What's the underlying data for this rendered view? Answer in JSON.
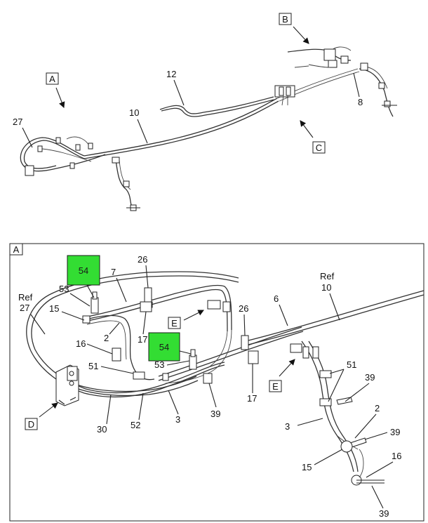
{
  "overview": {
    "view_a_label": "A",
    "view_b_label": "B",
    "view_c_label": "C",
    "callouts": [
      "27",
      "12",
      "10",
      "8"
    ]
  },
  "detail": {
    "frame_label": "A",
    "view_d_label": "D",
    "view_e_labels": [
      "E",
      "E"
    ],
    "ref_labels": [
      {
        "line1": "Ref",
        "line2": "27"
      },
      {
        "line1": "Ref",
        "line2": "10"
      }
    ],
    "callouts": [
      "53",
      "7",
      "26",
      "15",
      "2",
      "17",
      "16",
      "51",
      "26",
      "6",
      "53",
      "17",
      "51",
      "39",
      "30",
      "52",
      "3",
      "39",
      "2",
      "3",
      "39",
      "15",
      "16",
      "39"
    ],
    "highlights": [
      {
        "label": "54",
        "color": "#33dd33"
      },
      {
        "label": "54",
        "color": "#33dd33"
      }
    ]
  }
}
